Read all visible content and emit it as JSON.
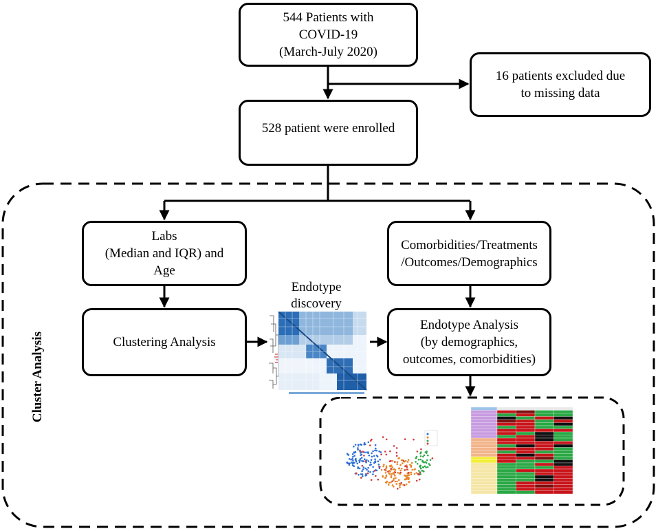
{
  "nodes": {
    "patients": [
      "544 Patients with",
      "COVID-19",
      "(March-July 2020)"
    ],
    "excluded": [
      "16 patients excluded due",
      "to missing data"
    ],
    "enrolled": [
      "528 patient were enrolled"
    ],
    "labs": [
      "Labs",
      "(Median and IQR) and",
      "Age"
    ],
    "comorbidities": [
      "Comorbidities/Treatments",
      "/Outcomes/Demographics"
    ],
    "clustering": [
      "Clustering Analysis"
    ],
    "endotype_analysis": [
      "Endotype Analysis",
      "(by demographics,",
      "outcomes, comorbidities)"
    ]
  },
  "labels": {
    "endotype_discovery": [
      "Endotype",
      "discovery"
    ],
    "cluster_analysis": "Cluster Analysis"
  },
  "colors": {
    "heatmap_blue": "#1f5fa8",
    "scatter": [
      "#2f6fd6",
      "#e8862a",
      "#2ea84a",
      "#d43a3a"
    ],
    "table_red": "#c8151b",
    "table_green": "#2aa845",
    "table_purple": "#c79be0",
    "table_orange": "#f2b48a",
    "table_yellow": "#f3ef3a"
  }
}
